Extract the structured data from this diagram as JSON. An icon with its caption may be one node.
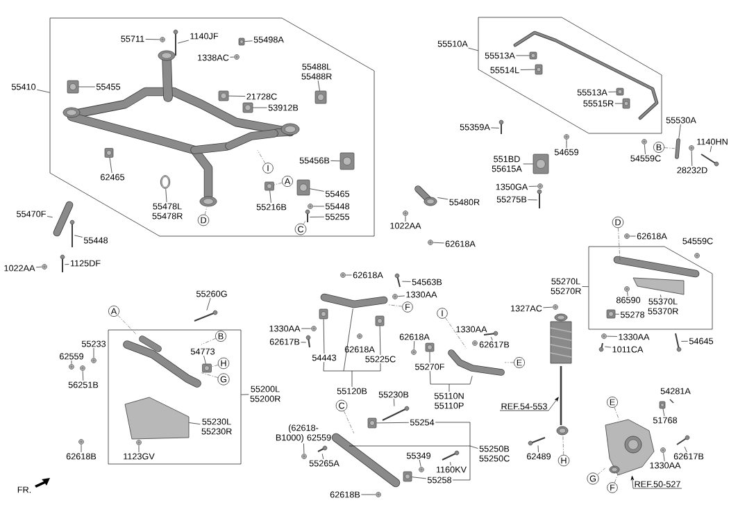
{
  "diagram": {
    "nodes": [
      {
        "text": [
          "55410"
        ]
      },
      {
        "text": [
          "55711"
        ],
        "in": 100
      },
      {
        "text": [
          "1140JF"
        ],
        "in": 100
      },
      {
        "text": [
          "55498A"
        ],
        "in": 100
      },
      {
        "text": [
          "1338AC"
        ],
        "in": 100
      },
      {
        "text": [
          "55455"
        ],
        "in": 100
      },
      {
        "text": [
          "55488L 55488R"
        ],
        "in": 100
      },
      {
        "text": [
          "21728C"
        ],
        "in": 100
      },
      {
        "text": [
          "53912B"
        ],
        "in": 100
      },
      {
        "text": [
          "62465"
        ],
        "in": 100
      },
      {
        "text": [
          "55456B"
        ],
        "in": 100
      },
      {
        "text": [
          "I"
        ],
        "in": 100
      },
      {
        "text": [
          "A"
        ],
        "in": 100
      },
      {
        "text": [
          "55465"
        ],
        "in": 100
      },
      {
        "text": [
          "55216B"
        ],
        "in": 100
      },
      {
        "text": [
          "55448"
        ],
        "in": 100
      },
      {
        "text": [
          "55255"
        ],
        "in": 100
      },
      {
        "text": [
          "C"
        ],
        "in": 100
      },
      {
        "text": [
          "55478L 55478R"
        ],
        "in": 100
      },
      {
        "text": [
          "D"
        ],
        "in": 100
      },
      {
        "text": [
          "55470F"
        ]
      },
      {
        "text": [
          "55448"
        ]
      },
      {
        "text": [
          "1022AA"
        ]
      },
      {
        "text": [
          "1125DF"
        ]
      },
      {
        "text": [
          "55510A"
        ]
      },
      {
        "text": [
          "55513A"
        ],
        "in": 101
      },
      {
        "text": [
          "55514L"
        ],
        "in": 101
      },
      {
        "text": [
          "55513A"
        ],
        "in": 101
      },
      {
        "text": [
          "55515R"
        ],
        "in": 101
      },
      {
        "text": [
          "55359A"
        ]
      },
      {
        "text": [
          "54659"
        ]
      },
      {
        "text": [
          "55530A"
        ]
      },
      {
        "text": [
          "B"
        ]
      },
      {
        "text": [
          "1140HN"
        ]
      },
      {
        "text": [
          "54559C"
        ]
      },
      {
        "text": [
          "551BD 55615A"
        ]
      },
      {
        "text": [
          "28232D"
        ]
      },
      {
        "text": [
          "1350GA"
        ]
      },
      {
        "text": [
          "55275B"
        ]
      },
      {
        "text": [
          "55480R"
        ]
      },
      {
        "text": [
          "1022AA"
        ]
      },
      {
        "text": [
          "62618A"
        ]
      },
      {
        "text": [
          "55260G"
        ]
      },
      {
        "text": [
          "A"
        ]
      },
      {
        "text": [
          "55233"
        ]
      },
      {
        "text": [
          "62559"
        ]
      },
      {
        "text": [
          "B"
        ],
        "in": 102
      },
      {
        "text": [
          "54773"
        ],
        "in": 102
      },
      {
        "text": [
          "H"
        ],
        "in": 102
      },
      {
        "text": [
          "56251B"
        ]
      },
      {
        "text": [
          "G"
        ],
        "in": 102
      },
      {
        "text": [
          "55200L 55200R"
        ]
      },
      {
        "text": [
          "55230L 55230R"
        ],
        "in": 102
      },
      {
        "text": [
          "62618B"
        ]
      },
      {
        "text": [
          "1123GV"
        ],
        "in": 102
      },
      {
        "text": [
          "62618A"
        ]
      },
      {
        "text": [
          "54563B"
        ]
      },
      {
        "text": [
          "1330AA"
        ]
      },
      {
        "text": [
          "F"
        ]
      },
      {
        "text": [
          "1330AA"
        ]
      },
      {
        "text": [
          "62617B"
        ]
      },
      {
        "text": [
          "54443"
        ]
      },
      {
        "text": [
          "55225C"
        ]
      },
      {
        "text": [
          "55120B"
        ]
      },
      {
        "text": [
          "I"
        ]
      },
      {
        "text": [
          "62618A"
        ]
      },
      {
        "text": [
          "55270F"
        ]
      },
      {
        "text": [
          "62617B"
        ]
      },
      {
        "text": [
          "E"
        ]
      },
      {
        "text": [
          "55110N 55110P"
        ]
      },
      {
        "text": [
          "55230B"
        ]
      },
      {
        "text": [
          "C"
        ]
      },
      {
        "text": [
          "55254"
        ]
      },
      {
        "text": [
          "(62618-B1000) 62559"
        ]
      },
      {
        "text": [
          "55265A"
        ]
      },
      {
        "text": [
          "55349"
        ]
      },
      {
        "text": [
          "1160KV"
        ]
      },
      {
        "text": [
          "55258"
        ]
      },
      {
        "text": [
          "62618B"
        ]
      },
      {
        "text": [
          "55250B 55250C"
        ]
      },
      {
        "text": [
          "D"
        ]
      },
      {
        "text": [
          "62618A"
        ]
      },
      {
        "text": [
          "55270L 55270R"
        ]
      },
      {
        "text": [
          "86590"
        ],
        "in": 103
      },
      {
        "text": [
          "55370L 55370R"
        ],
        "in": 103
      },
      {
        "text": [
          "1327AC"
        ]
      },
      {
        "text": [
          "55278"
        ],
        "in": 103
      },
      {
        "text": [
          "1330AA"
        ]
      },
      {
        "text": [
          "1011CA"
        ]
      },
      {
        "text": [
          "54645"
        ]
      },
      {
        "text": [
          "E"
        ]
      },
      {
        "text": [
          "51768"
        ]
      },
      {
        "text": [
          "REF.54-553"
        ]
      },
      {
        "text": [
          "62489"
        ]
      },
      {
        "text": [
          "H"
        ]
      },
      {
        "text": [
          "62617B"
        ]
      },
      {
        "text": [
          "1330AA"
        ]
      },
      {
        "text": [
          "G"
        ]
      },
      {
        "text": [
          "F"
        ]
      },
      {
        "text": [
          "REF.50-527"
        ]
      },
      {
        "text": [],
        "shape": "box"
      },
      {
        "text": [],
        "shape": "box"
      },
      {
        "text": [],
        "shape": "box"
      },
      {
        "text": [],
        "shape": "box"
      },
      {
        "text": [],
        "shape": "picture",
        "in": 100
      },
      {
        "text": [],
        "shape": "picture",
        "in": 100
      },
      {
        "text": [],
        "shape": "picture",
        "in": 100
      },
      {
        "text": [],
        "shape": "picture",
        "in": 100
      },
      {
        "text": [],
        "shape": "picture",
        "in": 100
      },
      {
        "text": [],
        "shape": "picture",
        "in": 100
      },
      {
        "text": [],
        "shape": "picture",
        "in": 100
      },
      {
        "text": [],
        "shape": "picture",
        "in": 100
      },
      {
        "text": [],
        "shape": "picture",
        "in": 100
      },
      {
        "text": [],
        "shape": "picture",
        "in": 100
      },
      {
        "text": [],
        "shape": "picture",
        "in": 100
      },
      {
        "text": [],
        "shape": "picture",
        "in": 100
      },
      {
        "text": [],
        "shape": "picture",
        "in": 100
      },
      {
        "text": [],
        "shape": "picture",
        "in": 100
      },
      {
        "text": [],
        "shape": "picture",
        "in": 100
      },
      {
        "text": [],
        "shape": "picture",
        "in": 100
      },
      {
        "text": [],
        "shape": "picture"
      },
      {
        "text": [],
        "shape": "picture"
      },
      {
        "text": [],
        "shape": "picture"
      },
      {
        "text": [],
        "shape": "picture"
      },
      {
        "text": [],
        "shape": "picture",
        "in": 101
      },
      {
        "text": [],
        "shape": "picture",
        "in": 101
      },
      {
        "text": [],
        "shape": "picture",
        "in": 101
      },
      {
        "text": [],
        "shape": "picture",
        "in": 101
      },
      {
        "text": [],
        "shape": "picture"
      },
      {
        "text": [],
        "shape": "picture"
      },
      {
        "text": [],
        "shape": "picture"
      },
      {
        "text": [],
        "shape": "picture"
      },
      {
        "text": [],
        "shape": "picture"
      },
      {
        "text": [],
        "shape": "picture"
      },
      {
        "text": [],
        "shape": "picture"
      },
      {
        "text": [],
        "shape": "picture"
      },
      {
        "text": [],
        "shape": "picture"
      },
      {
        "text": [],
        "shape": "picture"
      },
      {
        "text": [],
        "shape": "picture"
      },
      {
        "text": [],
        "shape": "picture"
      },
      {
        "text": [],
        "shape": "picture"
      },
      {
        "text": [],
        "shape": "picture",
        "in": 102
      },
      {
        "text": [],
        "shape": "picture"
      },
      {
        "text": [],
        "shape": "picture"
      },
      {
        "text": [],
        "shape": "picture",
        "in": 102
      },
      {
        "text": [],
        "shape": "picture"
      },
      {
        "text": [],
        "shape": "picture",
        "in": 102
      },
      {
        "text": [],
        "shape": "picture"
      },
      {
        "text": [],
        "shape": "picture",
        "in": 102
      },
      {
        "text": [],
        "shape": "picture"
      },
      {
        "text": [],
        "shape": "picture"
      },
      {
        "text": [],
        "shape": "picture"
      },
      {
        "text": [],
        "shape": "picture"
      },
      {
        "text": [],
        "shape": "picture"
      },
      {
        "text": [],
        "shape": "picture"
      },
      {
        "text": [],
        "shape": "picture"
      },
      {
        "text": [],
        "shape": "picture"
      },
      {
        "text": [],
        "shape": "picture"
      },
      {
        "text": [],
        "shape": "picture"
      },
      {
        "text": [],
        "shape": "picture"
      },
      {
        "text": [],
        "shape": "picture"
      },
      {
        "text": [],
        "shape": "picture"
      },
      {
        "text": [],
        "shape": "picture"
      },
      {
        "text": [],
        "shape": "picture"
      },
      {
        "text": [],
        "shape": "picture"
      },
      {
        "text": [],
        "shape": "picture"
      },
      {
        "text": [],
        "shape": "picture"
      },
      {
        "text": [],
        "shape": "picture"
      },
      {
        "text": [],
        "shape": "picture"
      },
      {
        "text": [],
        "shape": "picture"
      },
      {
        "text": [],
        "shape": "picture",
        "in": 103
      },
      {
        "text": [],
        "shape": "picture"
      },
      {
        "text": [],
        "shape": "picture",
        "in": 103
      },
      {
        "text": [],
        "shape": "picture",
        "in": 103
      },
      {
        "text": [],
        "shape": "picture"
      },
      {
        "text": [],
        "shape": "picture",
        "in": 103
      },
      {
        "text": [],
        "shape": "picture"
      },
      {
        "text": [],
        "shape": "picture"
      },
      {
        "text": [],
        "shape": "picture"
      },
      {
        "text": [],
        "shape": "picture"
      },
      {
        "text": [],
        "shape": "picture"
      },
      {
        "text": [],
        "shape": "picture"
      },
      {
        "text": [],
        "shape": "picture"
      },
      {
        "text": [],
        "shape": "picture"
      },
      {
        "text": [],
        "shape": "picture"
      },
      {
        "text": [],
        "shape": "picture",
        "in": 100
      },
      {
        "text": [],
        "shape": "picture",
        "in": 100
      },
      {
        "text": [],
        "shape": "picture",
        "in": 100
      },
      {
        "text": [],
        "shape": "picture",
        "in": 100
      }
    ],
    "edges": [
      {
        "from": 0,
        "to": 100,
        "arrow": "none"
      },
      {
        "from": 1,
        "to": 105,
        "arrow": "none"
      },
      {
        "from": 2,
        "to": 106,
        "arrow": "none"
      },
      {
        "from": 3,
        "to": 107,
        "arrow": "none"
      },
      {
        "from": 4,
        "to": 108,
        "arrow": "none"
      },
      {
        "from": 5,
        "to": 109,
        "arrow": "none"
      },
      {
        "from": 6,
        "to": 110,
        "arrow": "none"
      },
      {
        "from": 7,
        "to": 111,
        "arrow": "none"
      },
      {
        "from": 8,
        "to": 112,
        "arrow": "none"
      },
      {
        "from": 9,
        "to": 113,
        "arrow": "none"
      },
      {
        "from": 10,
        "to": 114,
        "arrow": "none"
      },
      {
        "from": 11,
        "to": 104,
        "arrow": "none",
        "style": "dashed"
      },
      {
        "from": 12,
        "to": 115,
        "arrow": "none",
        "style": "dashed"
      },
      {
        "from": 13,
        "to": 116,
        "arrow": "none"
      },
      {
        "from": 14,
        "to": 115,
        "arrow": "none"
      },
      {
        "from": 15,
        "to": 117,
        "arrow": "none"
      },
      {
        "from": 16,
        "to": 118,
        "arrow": "none"
      },
      {
        "from": 17,
        "to": 118,
        "arrow": "none",
        "style": "dashed"
      },
      {
        "from": 18,
        "to": 119,
        "arrow": "none"
      },
      {
        "from": 19,
        "to": 185,
        "arrow": "none",
        "style": "dashed"
      },
      {
        "from": 20,
        "to": 120,
        "arrow": "none"
      },
      {
        "from": 21,
        "to": 121,
        "arrow": "none"
      },
      {
        "from": 22,
        "to": 122,
        "arrow": "none"
      },
      {
        "from": 23,
        "to": 123,
        "arrow": "none"
      },
      {
        "from": 24,
        "to": 101,
        "arrow": "none"
      },
      {
        "from": 25,
        "to": 124,
        "arrow": "none"
      },
      {
        "from": 26,
        "to": 125,
        "arrow": "none"
      },
      {
        "from": 27,
        "to": 126,
        "arrow": "none"
      },
      {
        "from": 28,
        "to": 127,
        "arrow": "none"
      },
      {
        "from": 29,
        "to": 128,
        "arrow": "none"
      },
      {
        "from": 30,
        "to": 129,
        "arrow": "none"
      },
      {
        "from": 31,
        "to": 130,
        "arrow": "none"
      },
      {
        "from": 32,
        "to": 130,
        "arrow": "none",
        "style": "dashed"
      },
      {
        "from": 33,
        "to": 131,
        "arrow": "none"
      },
      {
        "from": 34,
        "to": 132,
        "arrow": "none"
      },
      {
        "from": 35,
        "to": 133,
        "arrow": "none"
      },
      {
        "from": 36,
        "to": 134,
        "arrow": "none"
      },
      {
        "from": 37,
        "to": 135,
        "arrow": "none"
      },
      {
        "from": 38,
        "to": 136,
        "arrow": "none"
      },
      {
        "from": 39,
        "to": 137,
        "arrow": "none"
      },
      {
        "from": 40,
        "to": 138,
        "arrow": "none"
      },
      {
        "from": 41,
        "to": 139,
        "arrow": "none"
      },
      {
        "from": 42,
        "to": 140,
        "arrow": "none"
      },
      {
        "from": 43,
        "to": 141,
        "arrow": "none",
        "style": "dashed"
      },
      {
        "from": 44,
        "to": 142,
        "arrow": "none"
      },
      {
        "from": 45,
        "to": 143,
        "arrow": "none"
      },
      {
        "from": 46,
        "to": 141,
        "arrow": "none",
        "style": "dashed"
      },
      {
        "from": 47,
        "to": 144,
        "arrow": "none"
      },
      {
        "from": 48,
        "to": 144,
        "arrow": "none",
        "style": "dashed"
      },
      {
        "from": 49,
        "to": 145,
        "arrow": "none"
      },
      {
        "from": 50,
        "to": 141,
        "arrow": "none",
        "style": "dashed"
      },
      {
        "from": 51,
        "to": 102,
        "arrow": "none"
      },
      {
        "from": 52,
        "to": 146,
        "arrow": "none"
      },
      {
        "from": 53,
        "to": 147,
        "arrow": "none"
      },
      {
        "from": 54,
        "to": 148,
        "arrow": "none"
      },
      {
        "from": 55,
        "to": 149,
        "arrow": "none"
      },
      {
        "from": 56,
        "to": 150,
        "arrow": "none"
      },
      {
        "from": 57,
        "to": 151,
        "arrow": "none"
      },
      {
        "from": 58,
        "to": 152,
        "arrow": "none",
        "style": "dashed"
      },
      {
        "from": 59,
        "to": 153,
        "arrow": "none"
      },
      {
        "from": 60,
        "to": 154,
        "arrow": "none"
      },
      {
        "from": 61,
        "to": 155,
        "arrow": "none"
      },
      {
        "from": 62,
        "to": 156,
        "arrow": "none"
      },
      {
        "from": 63,
        "to": 152,
        "arrow": "none"
      },
      {
        "from": 64,
        "to": 157,
        "arrow": "none",
        "style": "dashed"
      },
      {
        "from": 65,
        "to": 158,
        "arrow": "none"
      },
      {
        "from": 66,
        "to": 159,
        "arrow": "none"
      },
      {
        "from": 67,
        "to": 160,
        "arrow": "none"
      },
      {
        "from": 68,
        "to": 157,
        "arrow": "none",
        "style": "dashed"
      },
      {
        "from": 69,
        "to": 157,
        "arrow": "none"
      },
      {
        "from": 70,
        "to": 161,
        "arrow": "none"
      },
      {
        "from": 71,
        "to": 162,
        "arrow": "none",
        "style": "dashed"
      },
      {
        "from": 72,
        "to": 163,
        "arrow": "none"
      },
      {
        "from": 73,
        "to": 164,
        "arrow": "none"
      },
      {
        "from": 74,
        "to": 165,
        "arrow": "none"
      },
      {
        "from": 75,
        "to": 166,
        "arrow": "none"
      },
      {
        "from": 76,
        "to": 167,
        "arrow": "none"
      },
      {
        "from": 77,
        "to": 168,
        "arrow": "none"
      },
      {
        "from": 78,
        "to": 169,
        "arrow": "none"
      },
      {
        "from": 79,
        "to": 162,
        "arrow": "none"
      },
      {
        "from": 80,
        "to": 170,
        "arrow": "none",
        "style": "dashed"
      },
      {
        "from": 81,
        "to": 171,
        "arrow": "none"
      },
      {
        "from": 82,
        "to": 103,
        "arrow": "none"
      },
      {
        "from": 83,
        "to": 172,
        "arrow": "none"
      },
      {
        "from": 84,
        "to": 173,
        "arrow": "none"
      },
      {
        "from": 85,
        "to": 174,
        "arrow": "none"
      },
      {
        "from": 86,
        "to": 175,
        "arrow": "none"
      },
      {
        "from": 87,
        "to": 176,
        "arrow": "none"
      },
      {
        "from": 88,
        "to": 177,
        "arrow": "none"
      },
      {
        "from": 89,
        "to": 178,
        "arrow": "none"
      },
      {
        "from": 90,
        "to": 179,
        "arrow": "none",
        "style": "dashed"
      },
      {
        "from": 91,
        "to": 180,
        "arrow": "none"
      },
      {
        "from": 92,
        "to": 181,
        "arrow": "to"
      },
      {
        "from": 93,
        "to": 182,
        "arrow": "none"
      },
      {
        "from": 94,
        "to": 181,
        "arrow": "none",
        "style": "dashed"
      },
      {
        "from": 95,
        "to": 183,
        "arrow": "none"
      },
      {
        "from": 96,
        "to": 184,
        "arrow": "none"
      },
      {
        "from": 97,
        "to": 179,
        "arrow": "none",
        "style": "dashed"
      },
      {
        "from": 98,
        "to": 179,
        "arrow": "none",
        "style": "dashed"
      },
      {
        "from": 99,
        "to": 179,
        "arrow": "to"
      },
      {
        "from": 63,
        "to": 61,
        "arrow": "none"
      },
      {
        "from": 63,
        "to": 62,
        "arrow": "none"
      },
      {
        "from": 69,
        "to": 66,
        "arrow": "none"
      },
      {
        "from": 79,
        "to": 72,
        "arrow": "none"
      },
      {
        "from": 79,
        "to": 77,
        "arrow": "none"
      }
    ],
    "labels": [
      "62618A",
      "1330AA",
      "54559C",
      "54281A",
      "FR."
    ]
  }
}
